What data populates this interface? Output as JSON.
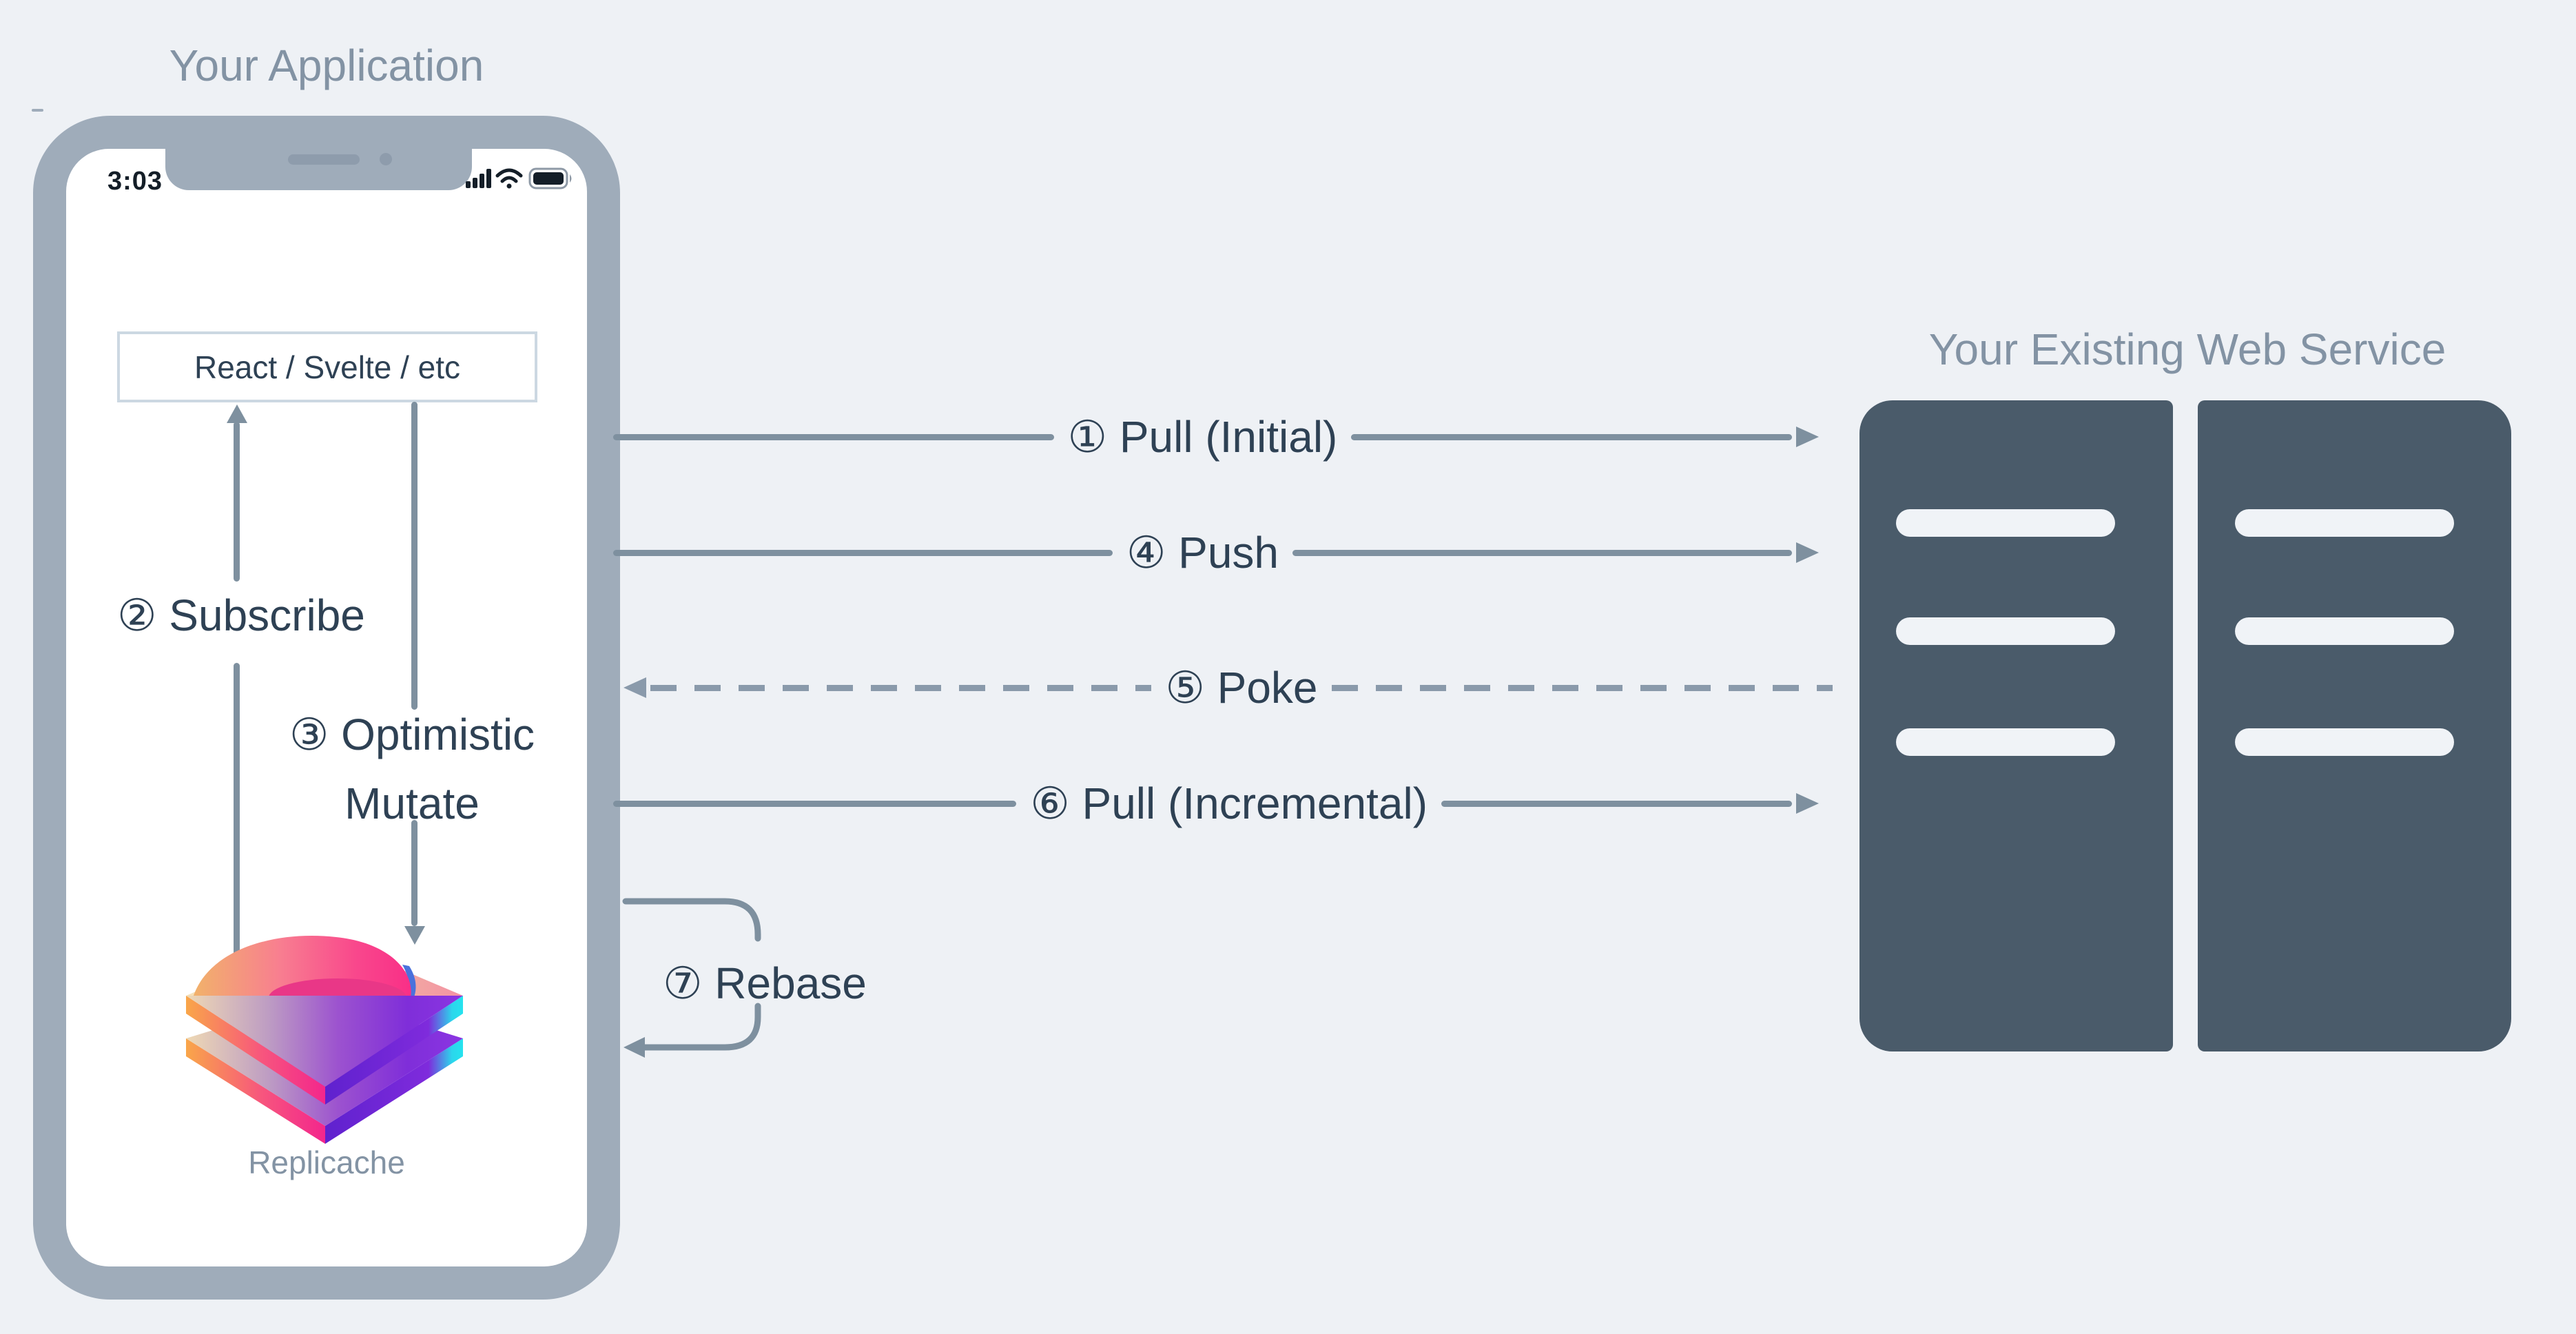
{
  "app": {
    "title": "Your Application",
    "status_time": "3:03",
    "ui_box_label": "React / Svelte / etc",
    "logo_label": "Replicache"
  },
  "service": {
    "title": "Your Existing Web Service"
  },
  "flows": {
    "pull_initial": {
      "label": "① Pull (Initial)"
    },
    "subscribe": {
      "label": "② Subscribe"
    },
    "optimistic": {
      "line1": "③ Optimistic",
      "line2": "Mutate"
    },
    "push": {
      "label": "④ Push"
    },
    "poke": {
      "label": "⑤ Poke"
    },
    "pull_incremental": {
      "label": "⑥ Pull (Incremental)"
    },
    "rebase": {
      "label": "⑦ Rebase"
    }
  },
  "icons": {
    "signal": "signal-bars-icon",
    "wifi": "wifi-icon",
    "battery": "battery-icon",
    "speaker": "phone-speaker-icon",
    "camera": "phone-camera-icon",
    "logo": "replicache-logo",
    "server": "server-towers-icon"
  },
  "colors": {
    "background": "#EEF1F5",
    "phone_bezel": "#9FACBA",
    "arrow": "#7E909F",
    "dashed_arrow": "#8A9AAB",
    "dark_text": "#2E4154",
    "muted_text": "#8393A4",
    "server": "#4A5B6A",
    "box_border": "#CCD8E2",
    "status_text": "#141E28",
    "logo_pink": "#F92F87",
    "logo_orange": "#F9A649",
    "logo_purple": "#7F2ED9",
    "logo_cyan": "#2BD6EC"
  }
}
